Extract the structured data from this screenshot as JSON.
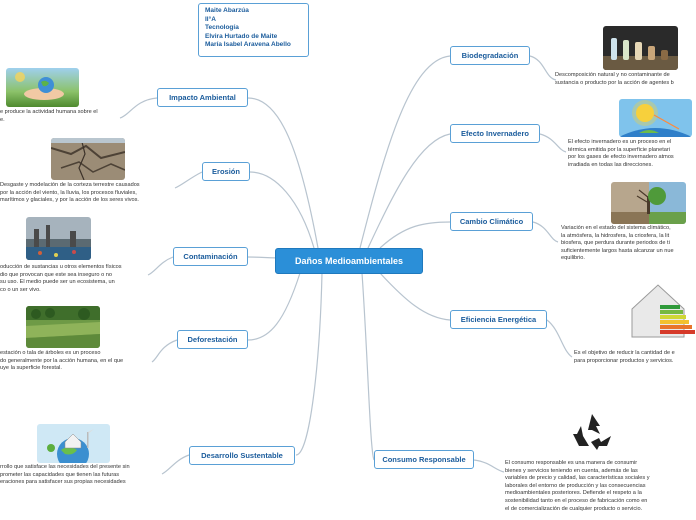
{
  "info_box": {
    "lines": [
      "Maite Abarzúa",
      "II°A",
      "Tecnología",
      "Elvira Hurtado de Maite",
      "María Isabel Aravena Abello"
    ]
  },
  "central": {
    "label": "Daños Medioambientales"
  },
  "branches": {
    "impacto": {
      "label": "Impacto Ambiental",
      "desc": "e produce la actividad humana sobre el\ne.",
      "image": "hand-holding-earth-image"
    },
    "erosion": {
      "label": "Erosión",
      "desc": "Desgaste y modelación de la corteza terrestre causados\npor la acción del viento, la lluvia, los procesos fluviales,\nmarítimos y glaciales, y por la acción de los seres vivos.",
      "image": "eroded-ground-image"
    },
    "contaminacion": {
      "label": "Contaminación",
      "desc": "oducción de sustancias u otros elementos físicos\ndio que provocan que este sea inseguro o no\nsu uso. El medio puede ser un ecosistema, un\nco o un ser vivo.",
      "image": "polluted-city-image"
    },
    "deforestacion": {
      "label": "Deforestación",
      "desc": "estación o tala de árboles es un proceso\ndo generalmente por la acción humana, en el que\nuye la superficie forestal.",
      "image": "deforested-field-image"
    },
    "desarrollo": {
      "label": "Desarrollo Sustentable",
      "desc": "rrollo que satisface las necesidades del presente sin\nprometer las capacidades que tienen las futuras\neraciones para satisfacer sus propias necesidades",
      "image": "green-house-earth-image"
    },
    "biodegradacion": {
      "label": "Biodegradación",
      "desc": "Descomposición natural y no contaminante de\nsustancia o producto por la acción de agentes b",
      "image": "decomposing-bottles-image"
    },
    "efecto": {
      "label": "Efecto Invernadero",
      "desc": "El efecto invernadero es un proceso en el\ntérmica emitida por la superficie planetari\npor los gases de efecto invernadero atmos\nirradiada en todas las direcciones.",
      "image": "sun-earth-image"
    },
    "cambio": {
      "label": "Cambio Climático",
      "desc": "Variación en el estado del sistema climático,\nla atmósfera, la hidrosfera, la criosfera, la lit\nbiosfera, que perdura durante periodos de ti\nsuficientemente largos hasta alcanzar un nue\nequilibrio.",
      "image": "half-dry-tree-image"
    },
    "eficiencia": {
      "label": "Eficiencia Energética",
      "desc": "Es el objetivo de reducir la cantidad de e\npara proporcionar productos y servicios.",
      "image": "energy-rating-house-image"
    },
    "consumo": {
      "label": "Consumo Responsable",
      "desc": "El consumo responsable es una manera de consumir\nbienes y servicios teniendo en cuenta, además de las\nvariables de precio y calidad, las características sociales y\nlaborales del entorno de producción y las consecuencias\nmedioambientales posteriores. Defiende el respeto a la\nsostenibilidad tanto en el proceso de fabricación como en\nel de comercialización de cualquier producto o servicio.",
      "image": "recycle-symbol-image"
    }
  },
  "colors": {
    "central_fill": "#2b8fd8",
    "node_border": "#5aa0d6",
    "node_text": "#1b5c9c",
    "link": "#b8c4cf"
  }
}
